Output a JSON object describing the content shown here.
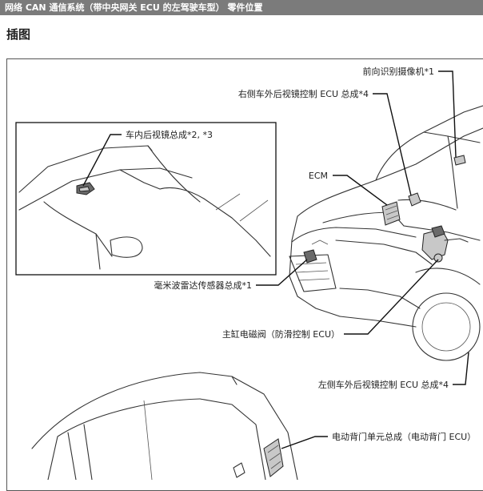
{
  "header": {
    "title": "网络  CAN 通信系统（带中央网关 ECU 的左驾驶车型）  零件位置"
  },
  "section": {
    "title": "插图"
  },
  "labels": {
    "front_camera": "前向识别摄像机*1",
    "right_mirror_ecu": "右侧车外后视镜控制 ECU 总成*4",
    "inner_mirror": "车内后视镜总成*2, *3",
    "ecm": "ECM",
    "radar": "毫米波雷达传感器总成*1",
    "master_cylinder": "主缸电磁阀（防滑控制 ECU）",
    "left_mirror_ecu": "左侧车外后视镜控制 ECU 总成*4",
    "power_door": "电动背门单元总成（电动背门 ECU）"
  }
}
